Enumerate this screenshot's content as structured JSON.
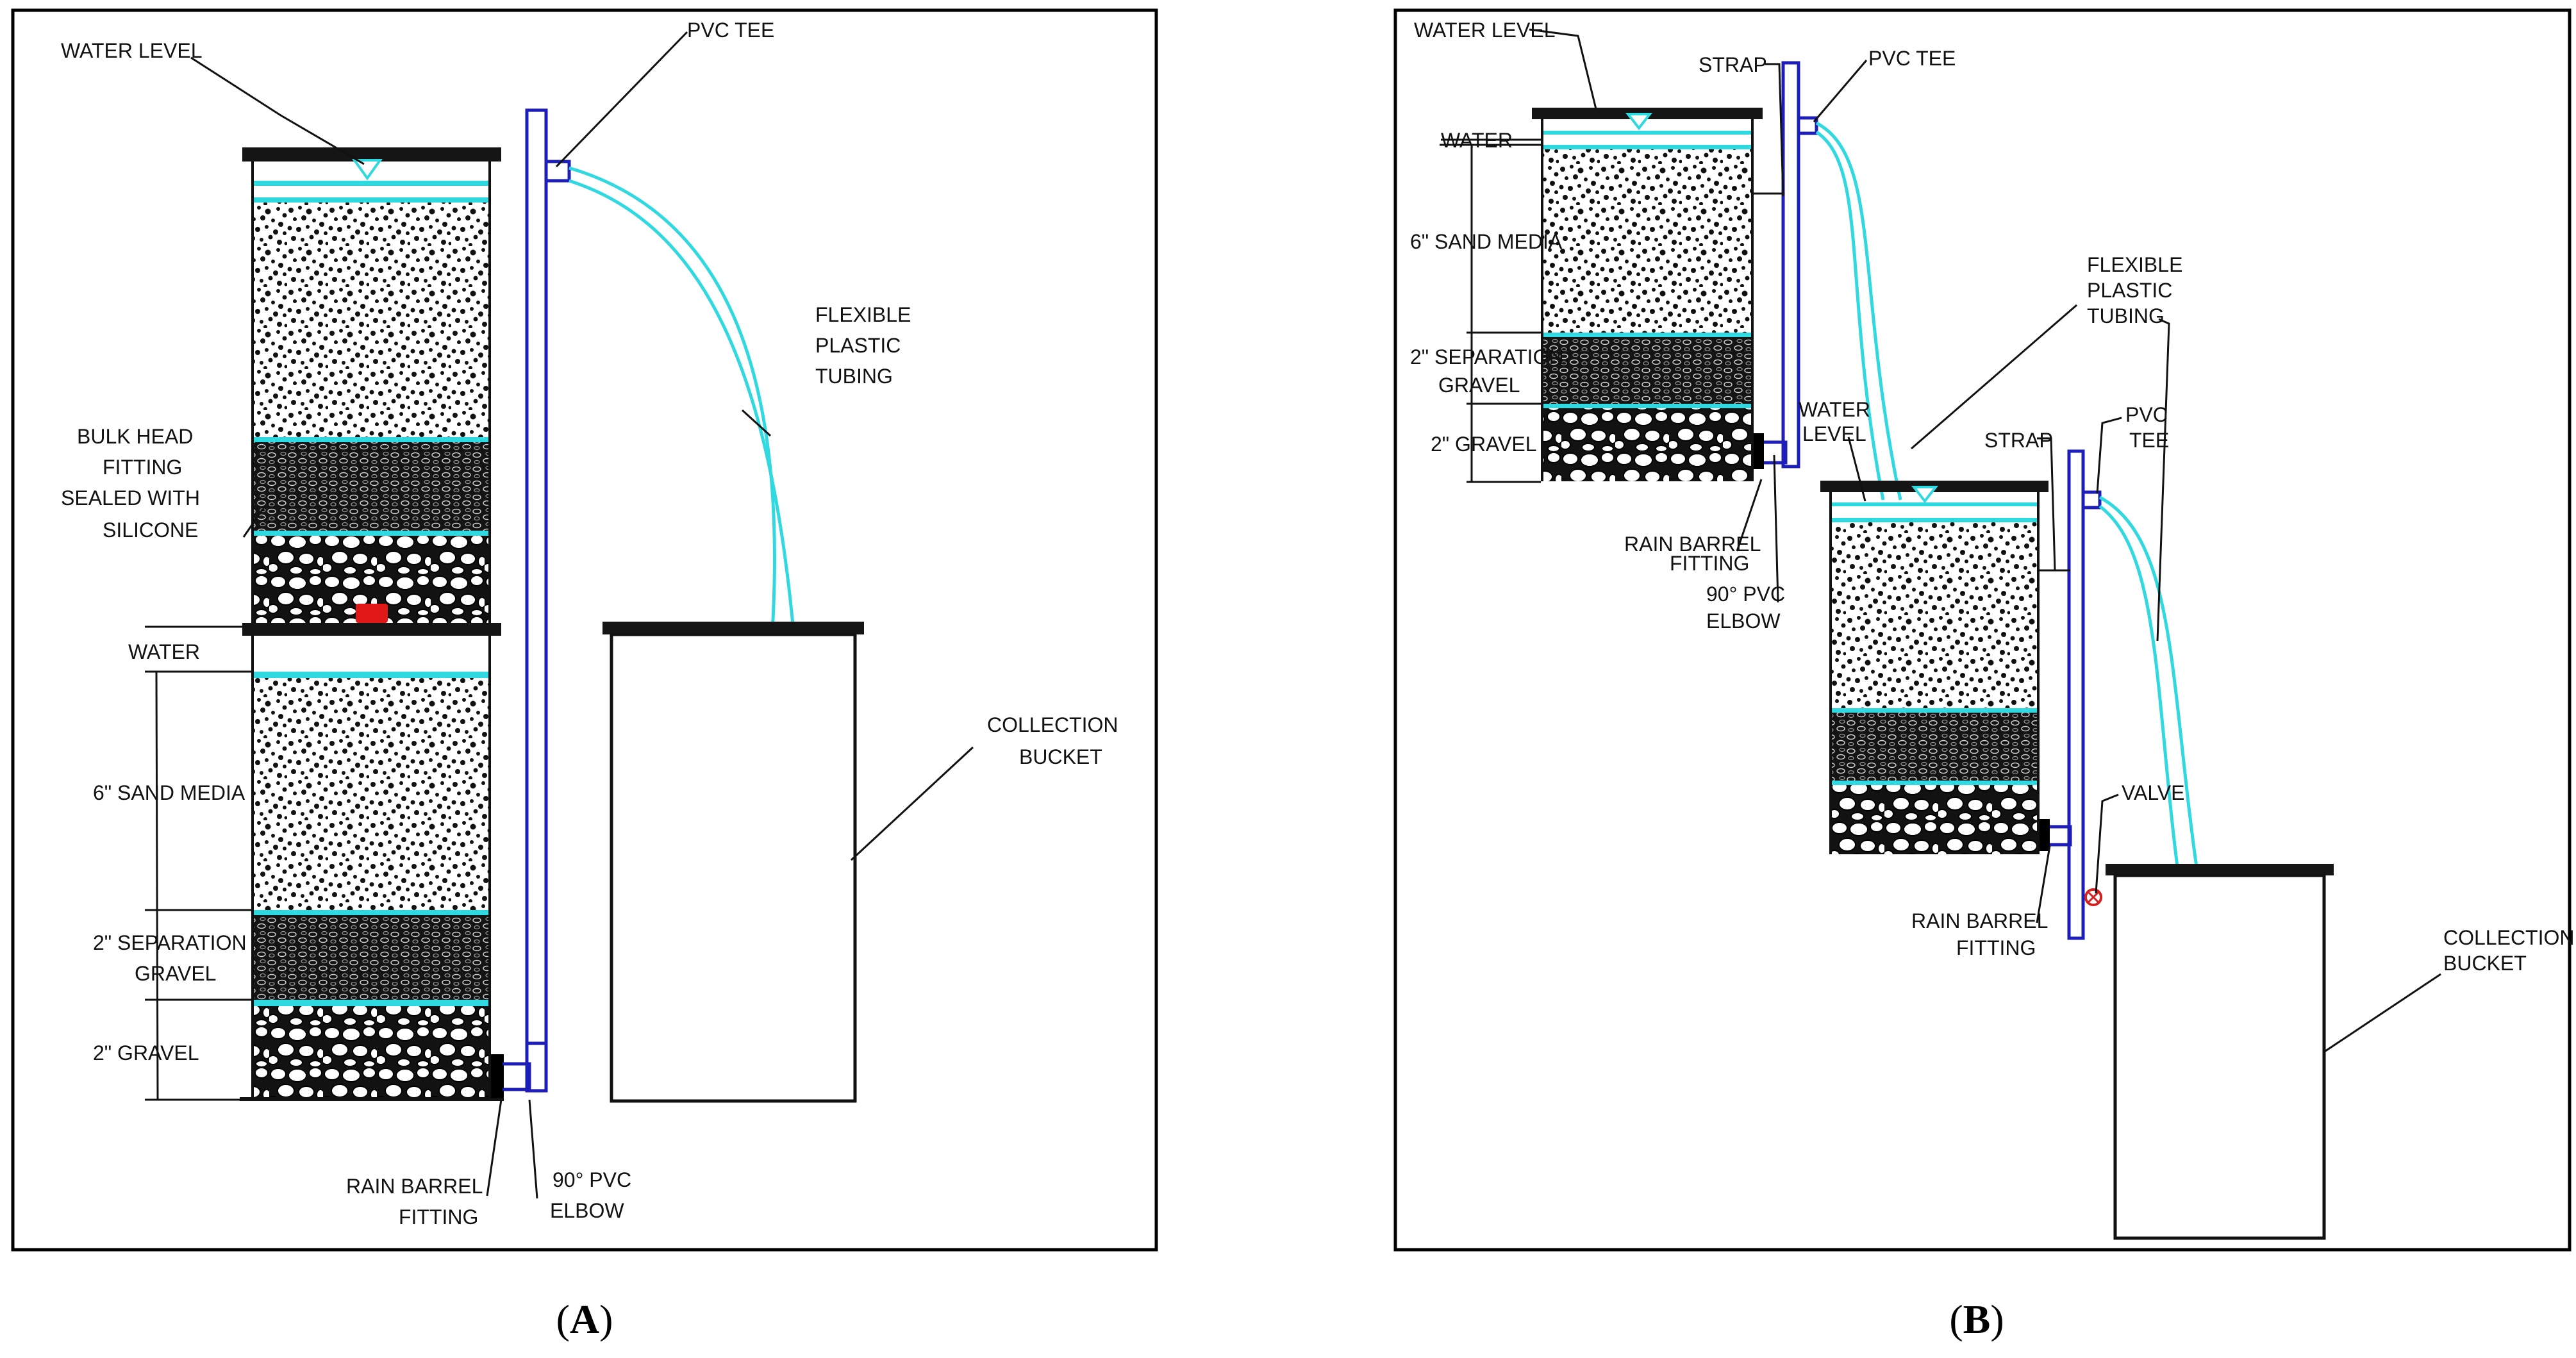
{
  "colors": {
    "pipe": "#1d1db8",
    "water": "#30d8e0",
    "tubing": "#30d8e0",
    "valve": "#d42020",
    "fitting": "#e01818",
    "ink": "#111111",
    "lid": "#151515"
  },
  "panel_a": {
    "caption_open": "(",
    "caption_letter": "A",
    "caption_close": ")",
    "labels": {
      "water_level": "WATER LEVEL",
      "pvc_tee": "PVC TEE",
      "flexible_1": "FLEXIBLE",
      "flexible_2": "PLASTIC",
      "flexible_3": "TUBING",
      "bulkhead_1": "BULK HEAD",
      "bulkhead_2": "FITTING",
      "bulkhead_3": "SEALED WITH",
      "bulkhead_4": "SILICONE",
      "water": "WATER",
      "sand": "6\" SAND MEDIA",
      "sep_1": "2\" SEPARATION",
      "sep_2": "GRAVEL",
      "gravel": "2\" GRAVEL",
      "collection_1": "COLLECTION",
      "collection_2": "BUCKET",
      "rain_1": "RAIN BARREL",
      "rain_2": "FITTING",
      "elbow_1": "90° PVC",
      "elbow_2": "ELBOW"
    }
  },
  "panel_b": {
    "caption_open": "(",
    "caption_letter": "B",
    "caption_close": ")",
    "labels": {
      "water_level": "WATER LEVEL",
      "strap_top": "STRAP",
      "pvc_tee_top": "PVC TEE",
      "water": "WATER",
      "sand": "6\" SAND MEDIA",
      "sep_1": "2\" SEPARATION",
      "sep_2": "GRAVEL",
      "gravel": "2\" GRAVEL",
      "rain_top_1": "RAIN BARREL",
      "rain_top_2": "FITTING",
      "elbow_1": "90° PVC",
      "elbow_2": "ELBOW",
      "water_level_2a": "WATER",
      "water_level_2b": "LEVEL",
      "flexible_1": "FLEXIBLE",
      "flexible_2": "PLASTIC",
      "flexible_3": "TUBING",
      "strap_bottom": "STRAP",
      "pvc_tee_bottom_1": "PVC",
      "pvc_tee_bottom_2": "TEE",
      "valve": "VALVE",
      "rain_bottom_1": "RAIN BARREL",
      "rain_bottom_2": "FITTING",
      "collection_1": "COLLECTION",
      "collection_2": "BUCKET"
    }
  }
}
